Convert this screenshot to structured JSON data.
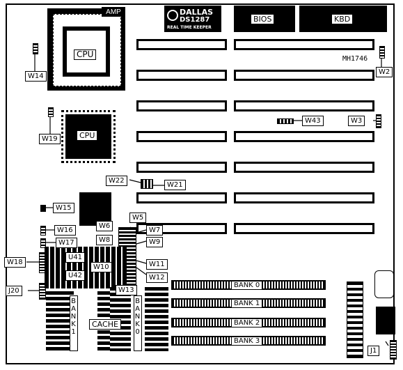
{
  "diagram": {
    "chips": {
      "rtc_line1": "DALLAS",
      "rtc_line2": "DS1287",
      "rtc_line3": "REAL TIME KEEPER",
      "bios": "BIOS",
      "kbd": "KBD",
      "amp": "AMP",
      "cpu_socket": "CPU",
      "cpu_smd": "CPU",
      "cache": "CACHE",
      "bank_left_a": "BANK1",
      "bank_left_b": "BANK0"
    },
    "model": "MH1746",
    "jumpers": {
      "w14": "W14",
      "w2": "W2",
      "w19": "W19",
      "w43": "W43",
      "w3": "W3",
      "w22": "W22",
      "w21": "W21",
      "w15": "W15",
      "w16": "W16",
      "w17": "W17",
      "w18": "W18",
      "w5": "W5",
      "w6": "W6",
      "w7": "W7",
      "w8": "W8",
      "w9": "W9",
      "w10": "W10",
      "w11": "W11",
      "w12": "W12",
      "w13": "W13",
      "u41": "U41",
      "u42": "U42",
      "j20": "J20",
      "j1": "J1"
    },
    "banks": [
      "BANK 0",
      "BANK 1",
      "BANK 2",
      "BANK 3"
    ]
  }
}
